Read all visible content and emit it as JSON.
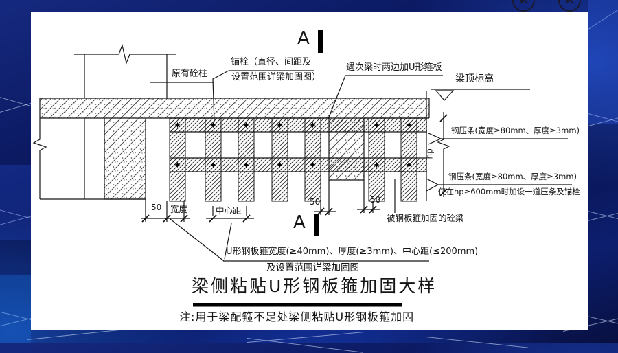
{
  "colors": {
    "background_navy": "#0c1a63",
    "background_accent_blue": "#1e49d8",
    "panel_white": "#ffffff",
    "line_black": "#1a1a1a"
  },
  "watermarks": [
    {
      "glyph": "K"
    },
    {
      "glyph": "K"
    }
  ],
  "drawing": {
    "labels": {
      "original_column": "原有砼柱",
      "anchor_note_line1": "锚栓（直径、间距及",
      "anchor_note_line2": "设置范围详梁加固图）",
      "secondary_beam_note": "遇次梁时两边加U形箍板",
      "beam_top_elevation": "梁顶标高",
      "steel_strip_upper": "钢压条(宽度≥80mm、厚度≥3mm)",
      "steel_strip_lower": "钢压条(宽度≥80mm、厚度≥3mm)",
      "strip_condition": "仅在hp≥600mm时加设一道压条及锚栓",
      "reinforced_beam": "被钢板箍加固的砼梁",
      "hp_dimension": "hp",
      "section_marker": "A",
      "dim_50_left": "50",
      "dim_50_mid": "50",
      "dim_50_right": "50",
      "width_label": "宽度",
      "center_distance_label": "中心距",
      "u_plate_note": "U形钢板箍宽度(≥40mm)、厚度(≥3mm)、中心距(≤200mm)",
      "u_plate_note_line2": "及设置范围详梁加固图"
    },
    "title": "梁侧粘贴U形钢板箍加固大样",
    "note": "注:用于梁配箍不足处梁侧粘贴U形钢板箍加固"
  }
}
